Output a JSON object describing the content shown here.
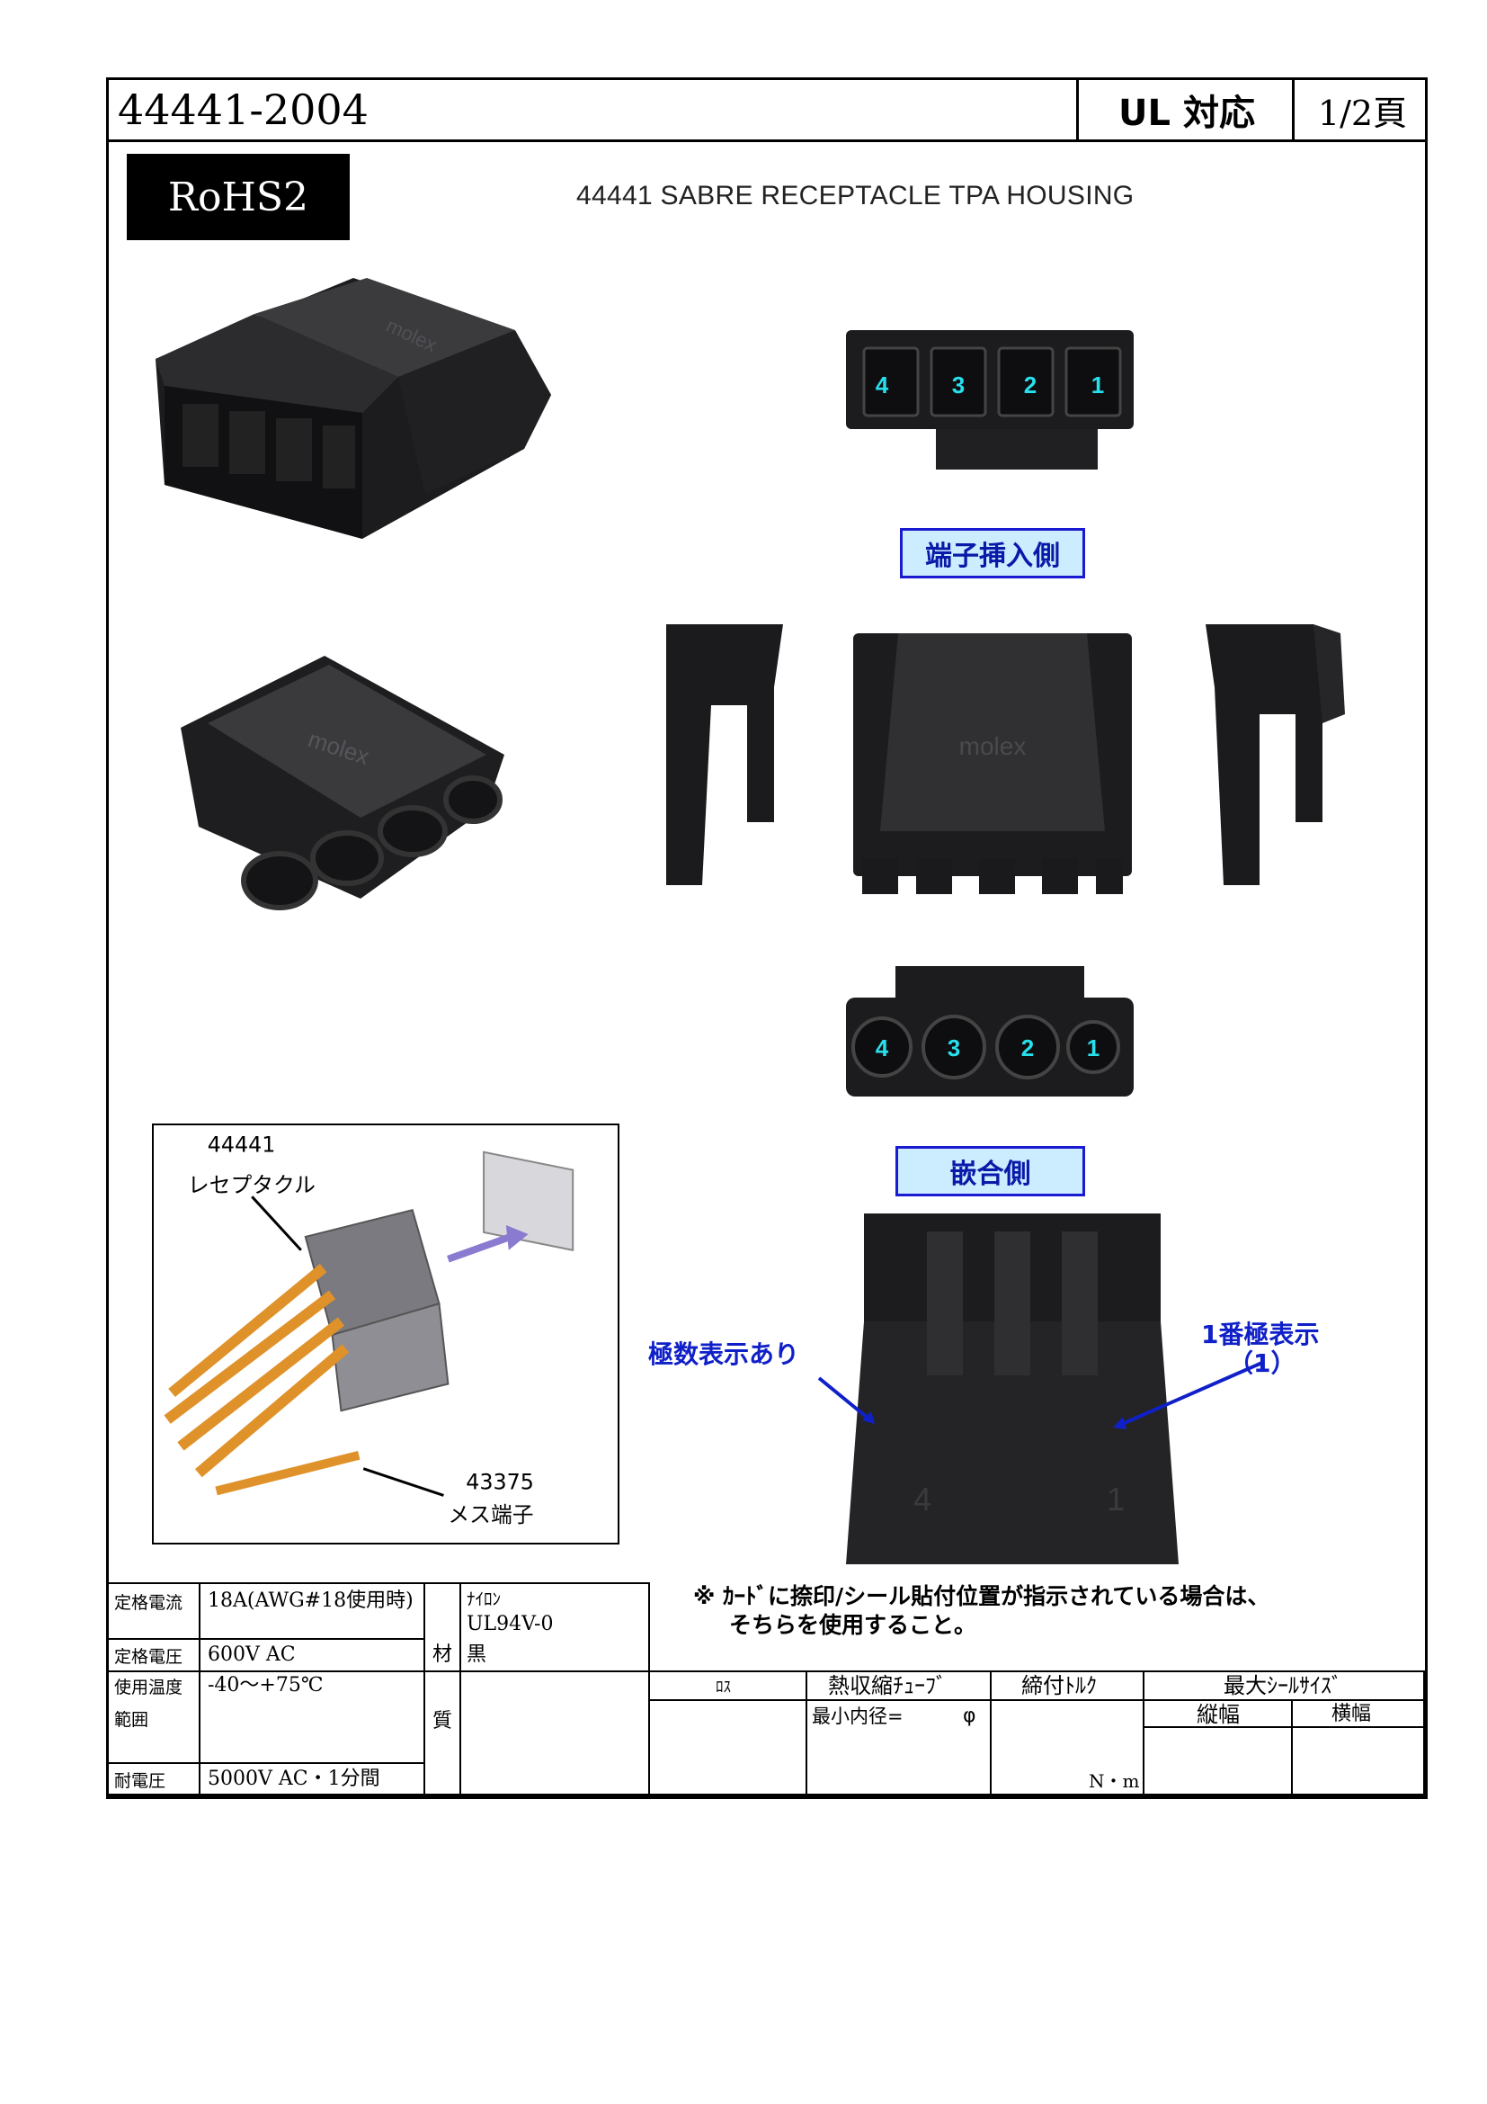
{
  "header": {
    "part_number": "44441-2004",
    "ul_label": "UL 対応",
    "page_label": "1/2頁"
  },
  "badge": {
    "rohs": "RoHS2"
  },
  "subtitle": "44441 SABRE RECEPTACLE TPA HOUSING",
  "photos": {
    "logo_text": "molex",
    "terminal_side_pins": [
      "4",
      "3",
      "2",
      "1"
    ],
    "mating_side_pins": [
      "4",
      "3",
      "2",
      "1"
    ],
    "terminal_side_caption": "端子挿入側",
    "mating_side_caption": "嵌合側",
    "pole_count_note": "極数表示あり",
    "pole1_note_line1": "1番極表示",
    "pole1_note_line2": "（1）",
    "pole_mark_left": "4",
    "pole_mark_right": "1"
  },
  "illustration": {
    "part_label": "44441",
    "part_name": "レセプタクル",
    "terminal_label": "43375",
    "terminal_name": "メス端子"
  },
  "colors": {
    "housing": "#2a2a2c",
    "caption_border": "#1a1ad0",
    "caption_fill": "#ccecff",
    "note_blue": "#1020c8",
    "pin_number": "#27e0ee",
    "wire_orange": "#e0922a"
  },
  "notice": {
    "line1": "※ ｶｰﾄﾞに捺印/シール貼付位置が指示されている場合は、",
    "line2": "そちらを使用すること。"
  },
  "specs": {
    "rated_current_label": "定格電流",
    "rated_current_value": "18A(AWG#18使用時)",
    "rated_voltage_label": "定格電圧",
    "rated_voltage_value": "600V AC",
    "temp_label_line1": "使用温度",
    "temp_label_line2": "範囲",
    "temp_value": "-40～+75℃",
    "withstand_label": "耐電圧",
    "withstand_value": "5000V AC・1分間",
    "material_label_line1": "材",
    "material_label_line2": "質",
    "material_name": "ﾅｲﾛﾝ",
    "material_grade": "UL94V-0",
    "material_color": "黒",
    "lot_label": "ﾛｽ",
    "heat_shrink_label": "熱収縮ﾁｭｰﾌﾞ",
    "heat_shrink_value": "最小内径=",
    "phi": "φ",
    "torque_label": "締付ﾄﾙｸ",
    "torque_unit": "N・m",
    "seal_label": "最大ｼｰﾙｻｲｽﾞ",
    "seal_height": "縦幅",
    "seal_width": "横幅"
  }
}
